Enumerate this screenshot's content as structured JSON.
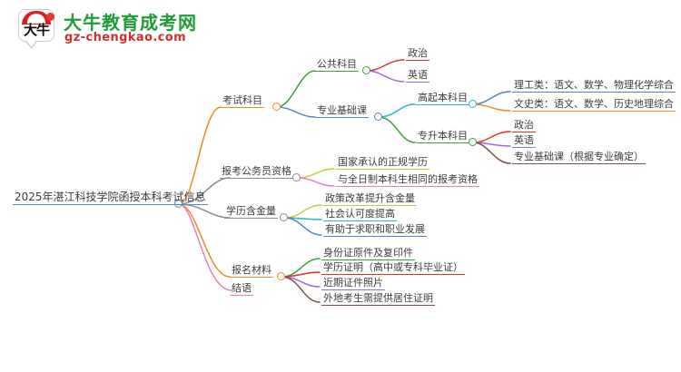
{
  "logo": {
    "mark_text": "大牛",
    "title": "大牛教育成考网",
    "url": "gz-chengkao.com",
    "brand_green": "#1f9d35",
    "brand_red": "#d32f2f"
  },
  "mindmap": {
    "root": {
      "label": "2025年湛江科技学院函授本科考试信息",
      "color": "#4a90c4"
    },
    "branches": [
      {
        "label": "考试科目",
        "color": "#f08b1d",
        "children": [
          {
            "label": "公共科目",
            "color": "#3aa03a",
            "children": [
              {
                "label": "政治",
                "color": "#e03030"
              },
              {
                "label": "英语",
                "color": "#9b6cd6"
              }
            ]
          },
          {
            "label": "专业基础课",
            "color": "#4a86c8",
            "children": [
              {
                "label": "高起本科目",
                "color": "#28b5cf",
                "children": [
                  {
                    "label": "理工类：语文、数学、物理化学综合",
                    "color": "#4a86c8"
                  },
                  {
                    "label": "文史类：语文、数学、历史地理综合",
                    "color": "#f08b1d"
                  }
                ]
              },
              {
                "label": "专升本科目",
                "color": "#3aa03a",
                "children": [
                  {
                    "label": "政治",
                    "color": "#e03030"
                  },
                  {
                    "label": "英语",
                    "color": "#9b6cd6"
                  },
                  {
                    "label": "专业基础课（根据专业确定）",
                    "color": "#7a5242"
                  }
                ]
              }
            ]
          }
        ]
      },
      {
        "label": "报考公务员资格",
        "color": "#8c8c8c",
        "children": [
          {
            "label": "国家承认的正规学历",
            "color": "#c9c93a"
          },
          {
            "label": "与全日制本科生相同的报考资格",
            "color": "#e87ec4"
          }
        ]
      },
      {
        "label": "学历含金量",
        "color": "#8c8c8c",
        "children": [
          {
            "label": "政策改革提升含金量",
            "color": "#c9c93a"
          },
          {
            "label": "社会认可度提高",
            "color": "#28b5cf"
          },
          {
            "label": "有助于求职和职业发展",
            "color": "#4a86c8"
          }
        ]
      },
      {
        "label": "报名材料",
        "color": "#f08b1d",
        "children": [
          {
            "label": "身份证原件及复印件",
            "color": "#3aa03a"
          },
          {
            "label": "学历证明（高中或专科毕业证）",
            "color": "#e03030"
          },
          {
            "label": "近期证件照片",
            "color": "#9b6cd6"
          },
          {
            "label": "外地考生需提供居住证明",
            "color": "#7a5242"
          }
        ]
      },
      {
        "label": "结语",
        "color": "#e87ec4",
        "children": []
      }
    ]
  }
}
